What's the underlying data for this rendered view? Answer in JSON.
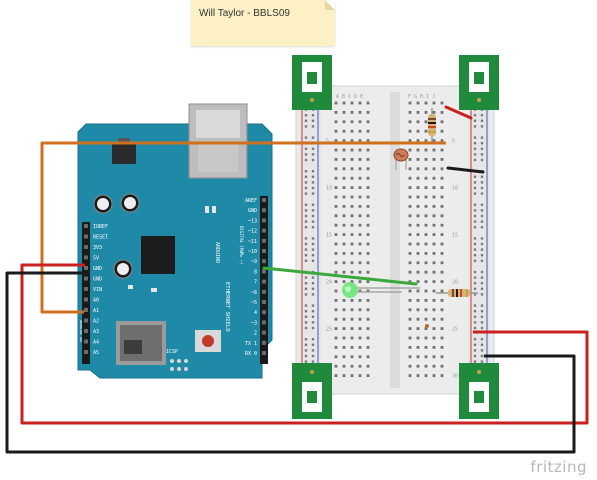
{
  "note": {
    "text": "Will Taylor - BBLS09"
  },
  "brand": {
    "text": "fritzing"
  },
  "shield": {
    "brand_vertical": "ARDUINO",
    "name_vertical": "ETHERNET SHIELD",
    "right_header_labels": [
      "AREF",
      "GND",
      "~13",
      "~12",
      "~11",
      "~10",
      "~9",
      "8",
      "7",
      "~6",
      "~5",
      "4",
      "~3",
      "2",
      "TX 1",
      "RX 0"
    ],
    "left_header_labels": [
      "IOREF",
      "RESET",
      "3V3",
      "5V",
      "GND",
      "GND",
      "VIN",
      "A0",
      "A1",
      "A2",
      "A3",
      "A4",
      "A5"
    ],
    "digital_label": "DIGITAL (PWM= ~)",
    "icsp_label": "ICSP",
    "analog_label": "ANALOG IN"
  },
  "breadboard": {
    "column_letters_left": "A B C D E",
    "column_letters_right": "F G H I J",
    "row_numbers": [
      "5",
      "10",
      "15",
      "20",
      "25",
      "30"
    ]
  },
  "colors": {
    "board_blue": "#1f8aa8",
    "wire_orange": "#d0701e",
    "wire_red": "#cc1f1f",
    "wire_black": "#1a1a1a",
    "wire_green": "#3aa83a",
    "breakout_green": "#1f8a3c",
    "breadboard": "#ededed"
  },
  "components": [
    "photoresistor",
    "resistor",
    "green-led",
    "resistor",
    "ethernet-shield",
    "breadboard"
  ]
}
